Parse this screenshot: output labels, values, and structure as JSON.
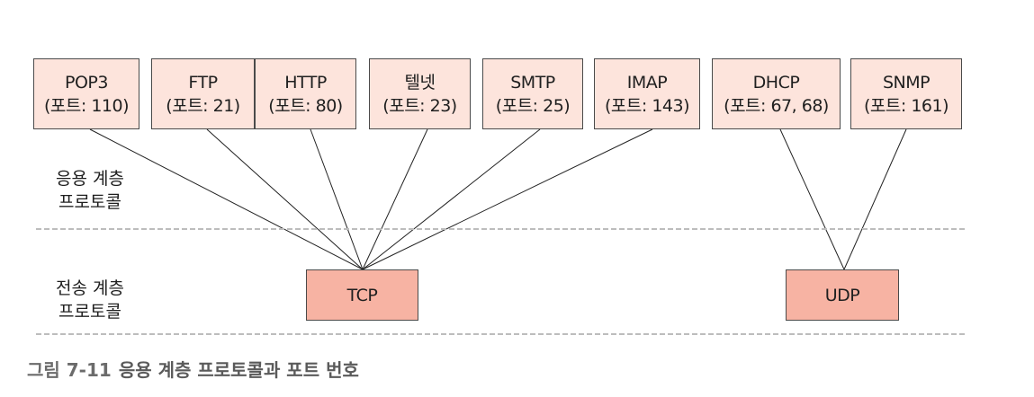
{
  "app_protocols": [
    {
      "name": "POP3",
      "port": "(포트: 110)",
      "transport": "TCP"
    },
    {
      "name": "FTP",
      "port": "(포트: 21)",
      "transport": "TCP"
    },
    {
      "name": "HTTP",
      "port": "(포트: 80)",
      "transport": "TCP"
    },
    {
      "name": "텔넷",
      "port": "(포트: 23)",
      "transport": "TCP"
    },
    {
      "name": "SMTP",
      "port": "(포트: 25)",
      "transport": "TCP"
    },
    {
      "name": "IMAP",
      "port": "(포트: 143)",
      "transport": "TCP"
    },
    {
      "name": "DHCP",
      "port": "(포트: 67, 68)",
      "transport": "UDP"
    },
    {
      "name": "SNMP",
      "port": "(포트: 161)",
      "transport": "UDP"
    }
  ],
  "transport_protocols": [
    "TCP",
    "UDP"
  ],
  "layers": {
    "application": {
      "line1": "응용 계층",
      "line2": "프로토콜"
    },
    "transport": {
      "line1": "전송 계층",
      "line2": "프로토콜"
    }
  },
  "caption": {
    "number": "그림 7-11",
    "text": "응용 계층 프로토콜과 포트 번호"
  },
  "colors": {
    "app_box_fill": "#fde4dc",
    "transport_box_fill": "#f7b3a3",
    "border": "#4a4a4a",
    "divider": "#bdbdbd"
  }
}
